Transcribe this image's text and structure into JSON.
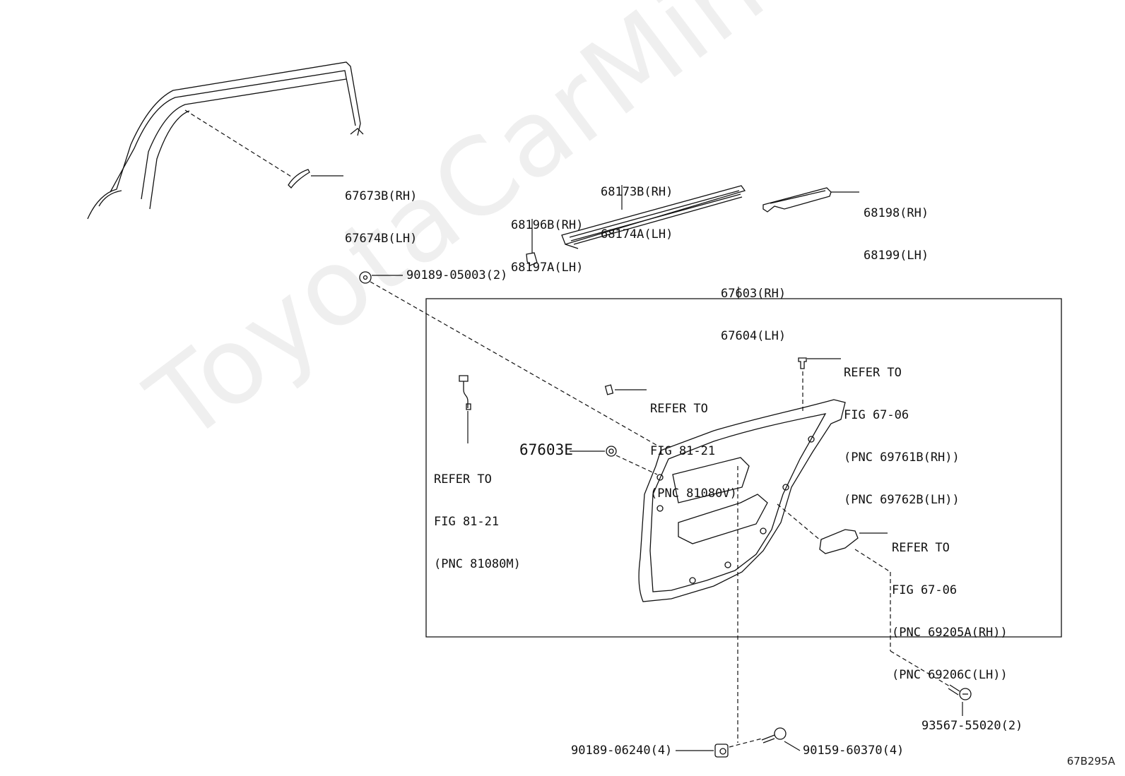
{
  "watermark": "ToyotaCarMine.ru",
  "diagram_code": "67B295A",
  "labels": {
    "part_67673b": [
      "67673B(RH)",
      "67674B(LH)"
    ],
    "part_68173b": [
      "68173B(RH)",
      "68174A(LH)"
    ],
    "part_68196b": [
      "68196B(RH)",
      "68197A(LH)"
    ],
    "part_68198": [
      "68198(RH)",
      "68199(LH)"
    ],
    "part_67603": [
      "67603(RH)",
      "67604(LH)"
    ],
    "part_90189_05003": "90189-05003(2)",
    "ref_81080v": [
      "REFER TO",
      "FIG 81-21",
      "(PNC 81080V)"
    ],
    "ref_69761b": [
      "REFER TO",
      "FIG 67-06",
      "(PNC 69761B(RH))",
      "(PNC 69762B(LH))"
    ],
    "ref_81080m": [
      "REFER TO",
      "FIG 81-21",
      "(PNC 81080M)"
    ],
    "part_67603e": "67603E",
    "ref_69205a": [
      "REFER TO",
      "FIG 67-06",
      "(PNC 69205A(RH))",
      "(PNC 69206C(LH))"
    ],
    "part_93567": "93567-55020(2)",
    "part_90189_06240": "90189-06240(4)",
    "part_90159": "90159-60370(4)"
  }
}
